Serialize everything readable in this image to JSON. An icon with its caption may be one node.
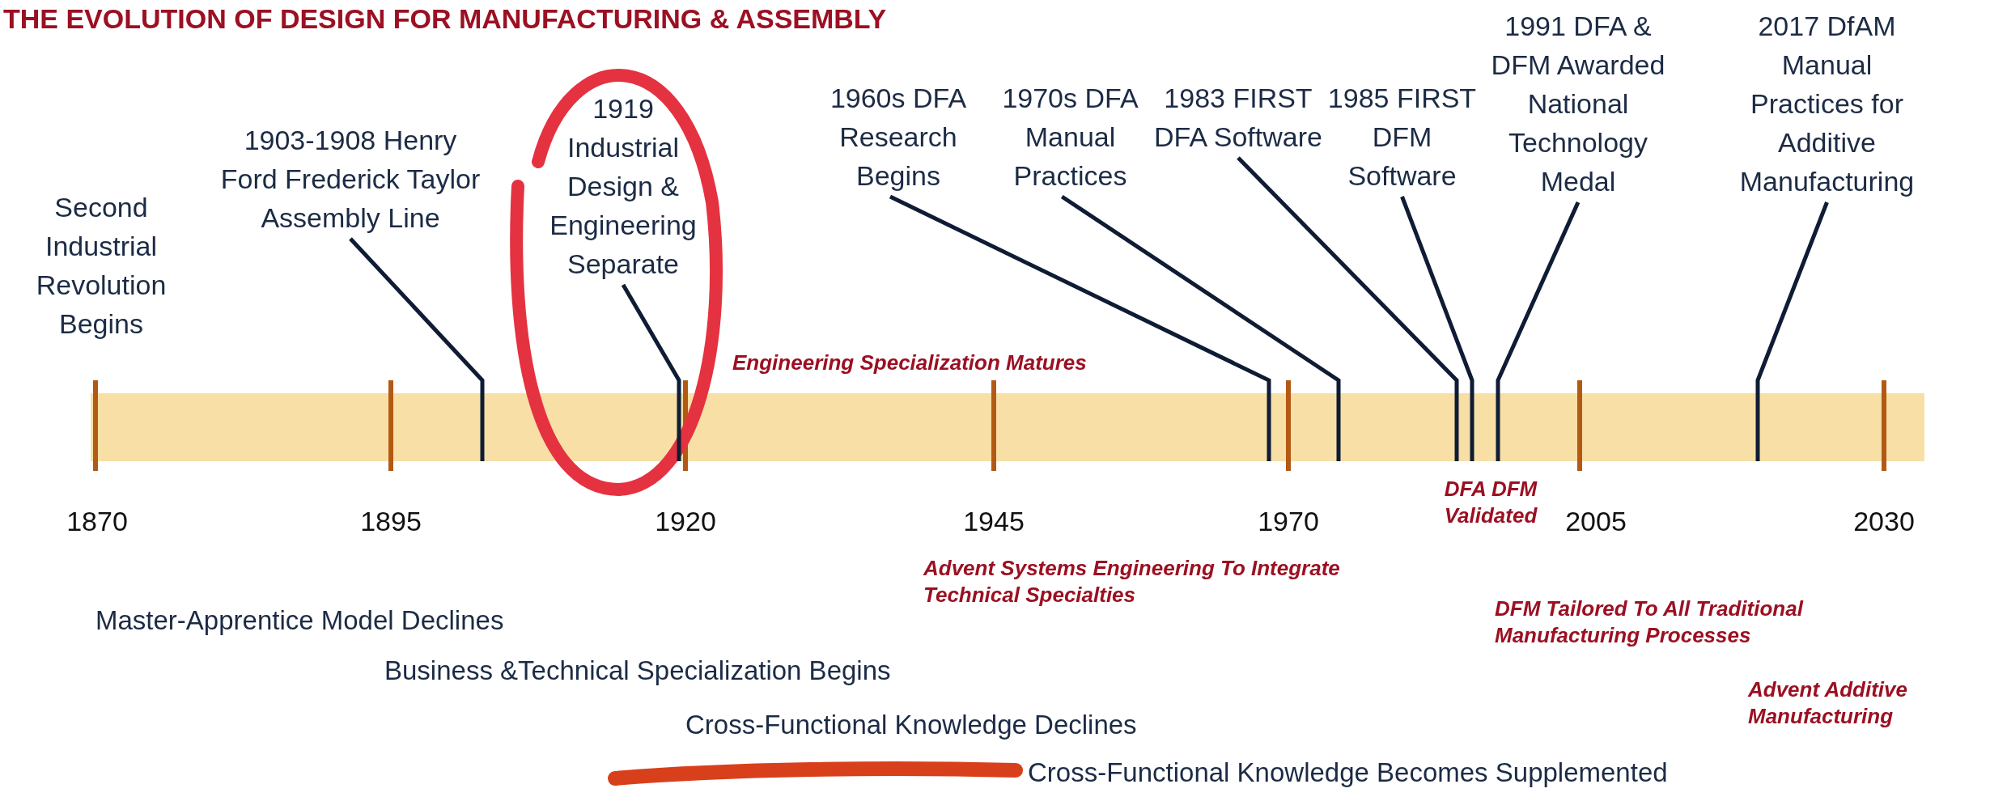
{
  "diagram": {
    "title": "THE EVOLUTION OF DESIGN FOR MANUFACTURING & ASSEMBLY",
    "nodes": [
      {
        "text": [
          "1903-1908 Henry Ford Frederick Taylor Assembly Line"
        ]
      },
      {
        "text": [
          "1919 Industrial Design & Engineering Separate"
        ]
      },
      {
        "text": [
          "1960s DFA Research Begins"
        ]
      },
      {
        "text": [
          "1970s DFA Manual Practices"
        ]
      },
      {
        "text": [
          "1983 FIRST DFA Software"
        ]
      },
      {
        "text": [
          "1985 FIRST DFM Software"
        ]
      },
      {
        "text": [
          "1991 DFA & DFM Awarded National Technology Medal"
        ]
      },
      {
        "text": [
          "2017 DfAM Manual Practices for Additive Manufacturing"
        ]
      },
      {
        "text": [],
        "shape": "bar"
      }
    ],
    "edges": [
      {
        "from": 0,
        "to": 8,
        "arrow": "none"
      },
      {
        "from": 1,
        "to": 8,
        "arrow": "none"
      },
      {
        "from": 2,
        "to": 8,
        "arrow": "none"
      },
      {
        "from": 3,
        "to": 8,
        "arrow": "none"
      },
      {
        "from": 4,
        "to": 8,
        "arrow": "none"
      },
      {
        "from": 5,
        "to": 8,
        "arrow": "none"
      },
      {
        "from": 6,
        "to": 8,
        "arrow": "none"
      },
      {
        "from": 7,
        "to": 8,
        "arrow": "none"
      }
    ],
    "labels": [
      "Second Industrial Revolution Begins",
      "Engineering Specialization Matures",
      "1870",
      "1895",
      "1920",
      "1945",
      "1970",
      "DFA DFM Validated",
      "2005",
      "2030",
      "Advent Systems Engineering To Integrate Technical Specialties",
      "Master-Apprentice Model Declines",
      "DFM Tailored To All Traditional Manufacturing Processes",
      "Business &Technical Specialization Begins",
      "Advent Additive Manufacturing",
      "Cross-Functional Knowledge Declines",
      "Cross-Functional Knowledge Becomes Supplemented"
    ]
  }
}
